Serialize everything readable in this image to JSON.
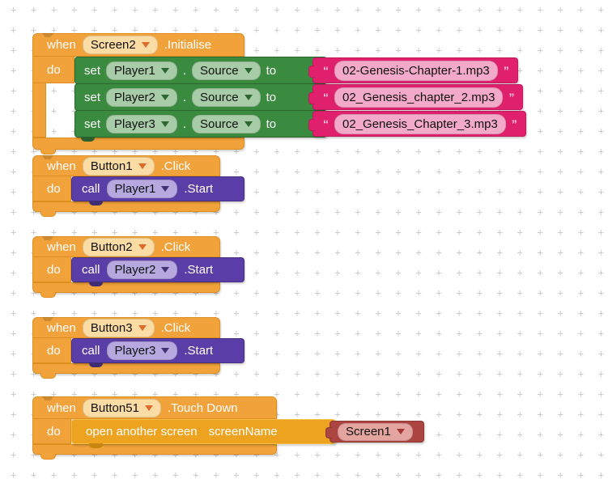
{
  "keywords": {
    "when": "when",
    "do": "do",
    "set": "set",
    "to": "to",
    "call": "call",
    "dot": ".",
    "open_quote": "“",
    "close_quote": "”"
  },
  "colors": {
    "event_block": "#F1A23B",
    "set_block": "#3A8A3F",
    "call_block": "#5B3DA8",
    "text_block": "#E0206C",
    "control_block": "#EDA31F",
    "screen_picker_block": "#AC4441",
    "grid_mark": "#cccccc"
  },
  "blocks": {
    "init": {
      "component": "Screen2",
      "event": ".Initialise",
      "rows": [
        {
          "component": "Player1",
          "property": "Source",
          "value": "02-Genesis-Chapter-1.mp3"
        },
        {
          "component": "Player2",
          "property": "Source",
          "value": "02_Genesis_chapter_2.mp3"
        },
        {
          "component": "Player3",
          "property": "Source",
          "value": "02_Genesis_Chapter_3.mp3"
        }
      ]
    },
    "click1": {
      "component": "Button1",
      "event": ".Click",
      "call_component": "Player1",
      "method": ".Start"
    },
    "click2": {
      "component": "Button2",
      "event": ".Click",
      "call_component": "Player2",
      "method": ".Start"
    },
    "click3": {
      "component": "Button3",
      "event": ".Click",
      "call_component": "Player3",
      "method": ".Start"
    },
    "touch": {
      "component": "Button51",
      "event": ".Touch Down",
      "action": "open another screen",
      "param": "screenName",
      "screen": "Screen1"
    }
  }
}
